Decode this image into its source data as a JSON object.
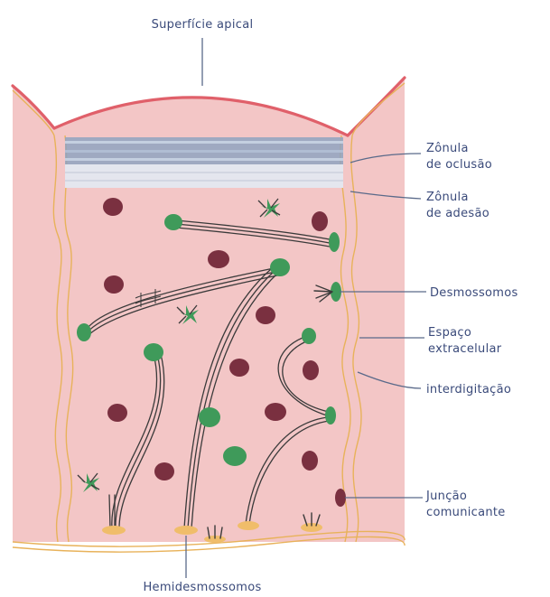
{
  "labels": {
    "apical_surface": "Superfície apical",
    "tight_junction_l1": "Zônula",
    "tight_junction_l2": "de oclusão",
    "adherens_junction_l1": "Zônula",
    "adherens_junction_l2": "de adesão",
    "desmosomes": "Desmossomos",
    "extracellular_space_l1": "Espaço",
    "extracellular_space_l2": "extracelular",
    "interdigitation": "interdigitação",
    "gap_junction_l1": "Junção",
    "gap_junction_l2": "comunicante",
    "hemidesmosomes": "Hemidesmossomos"
  },
  "colors": {
    "cytoplasm": "#f3c6c6",
    "apical_membrane": "#e0606a",
    "lateral_membrane": "#e8b25a",
    "tight_junction": "#8fa3bf",
    "adherens_band": "#e4e6ee",
    "desmosome": "#3f9a5a",
    "organelle": "#7a3040",
    "filament": "#3a3a3a",
    "leader_line": "#5a6a8a",
    "text": "#3a4a7a"
  }
}
